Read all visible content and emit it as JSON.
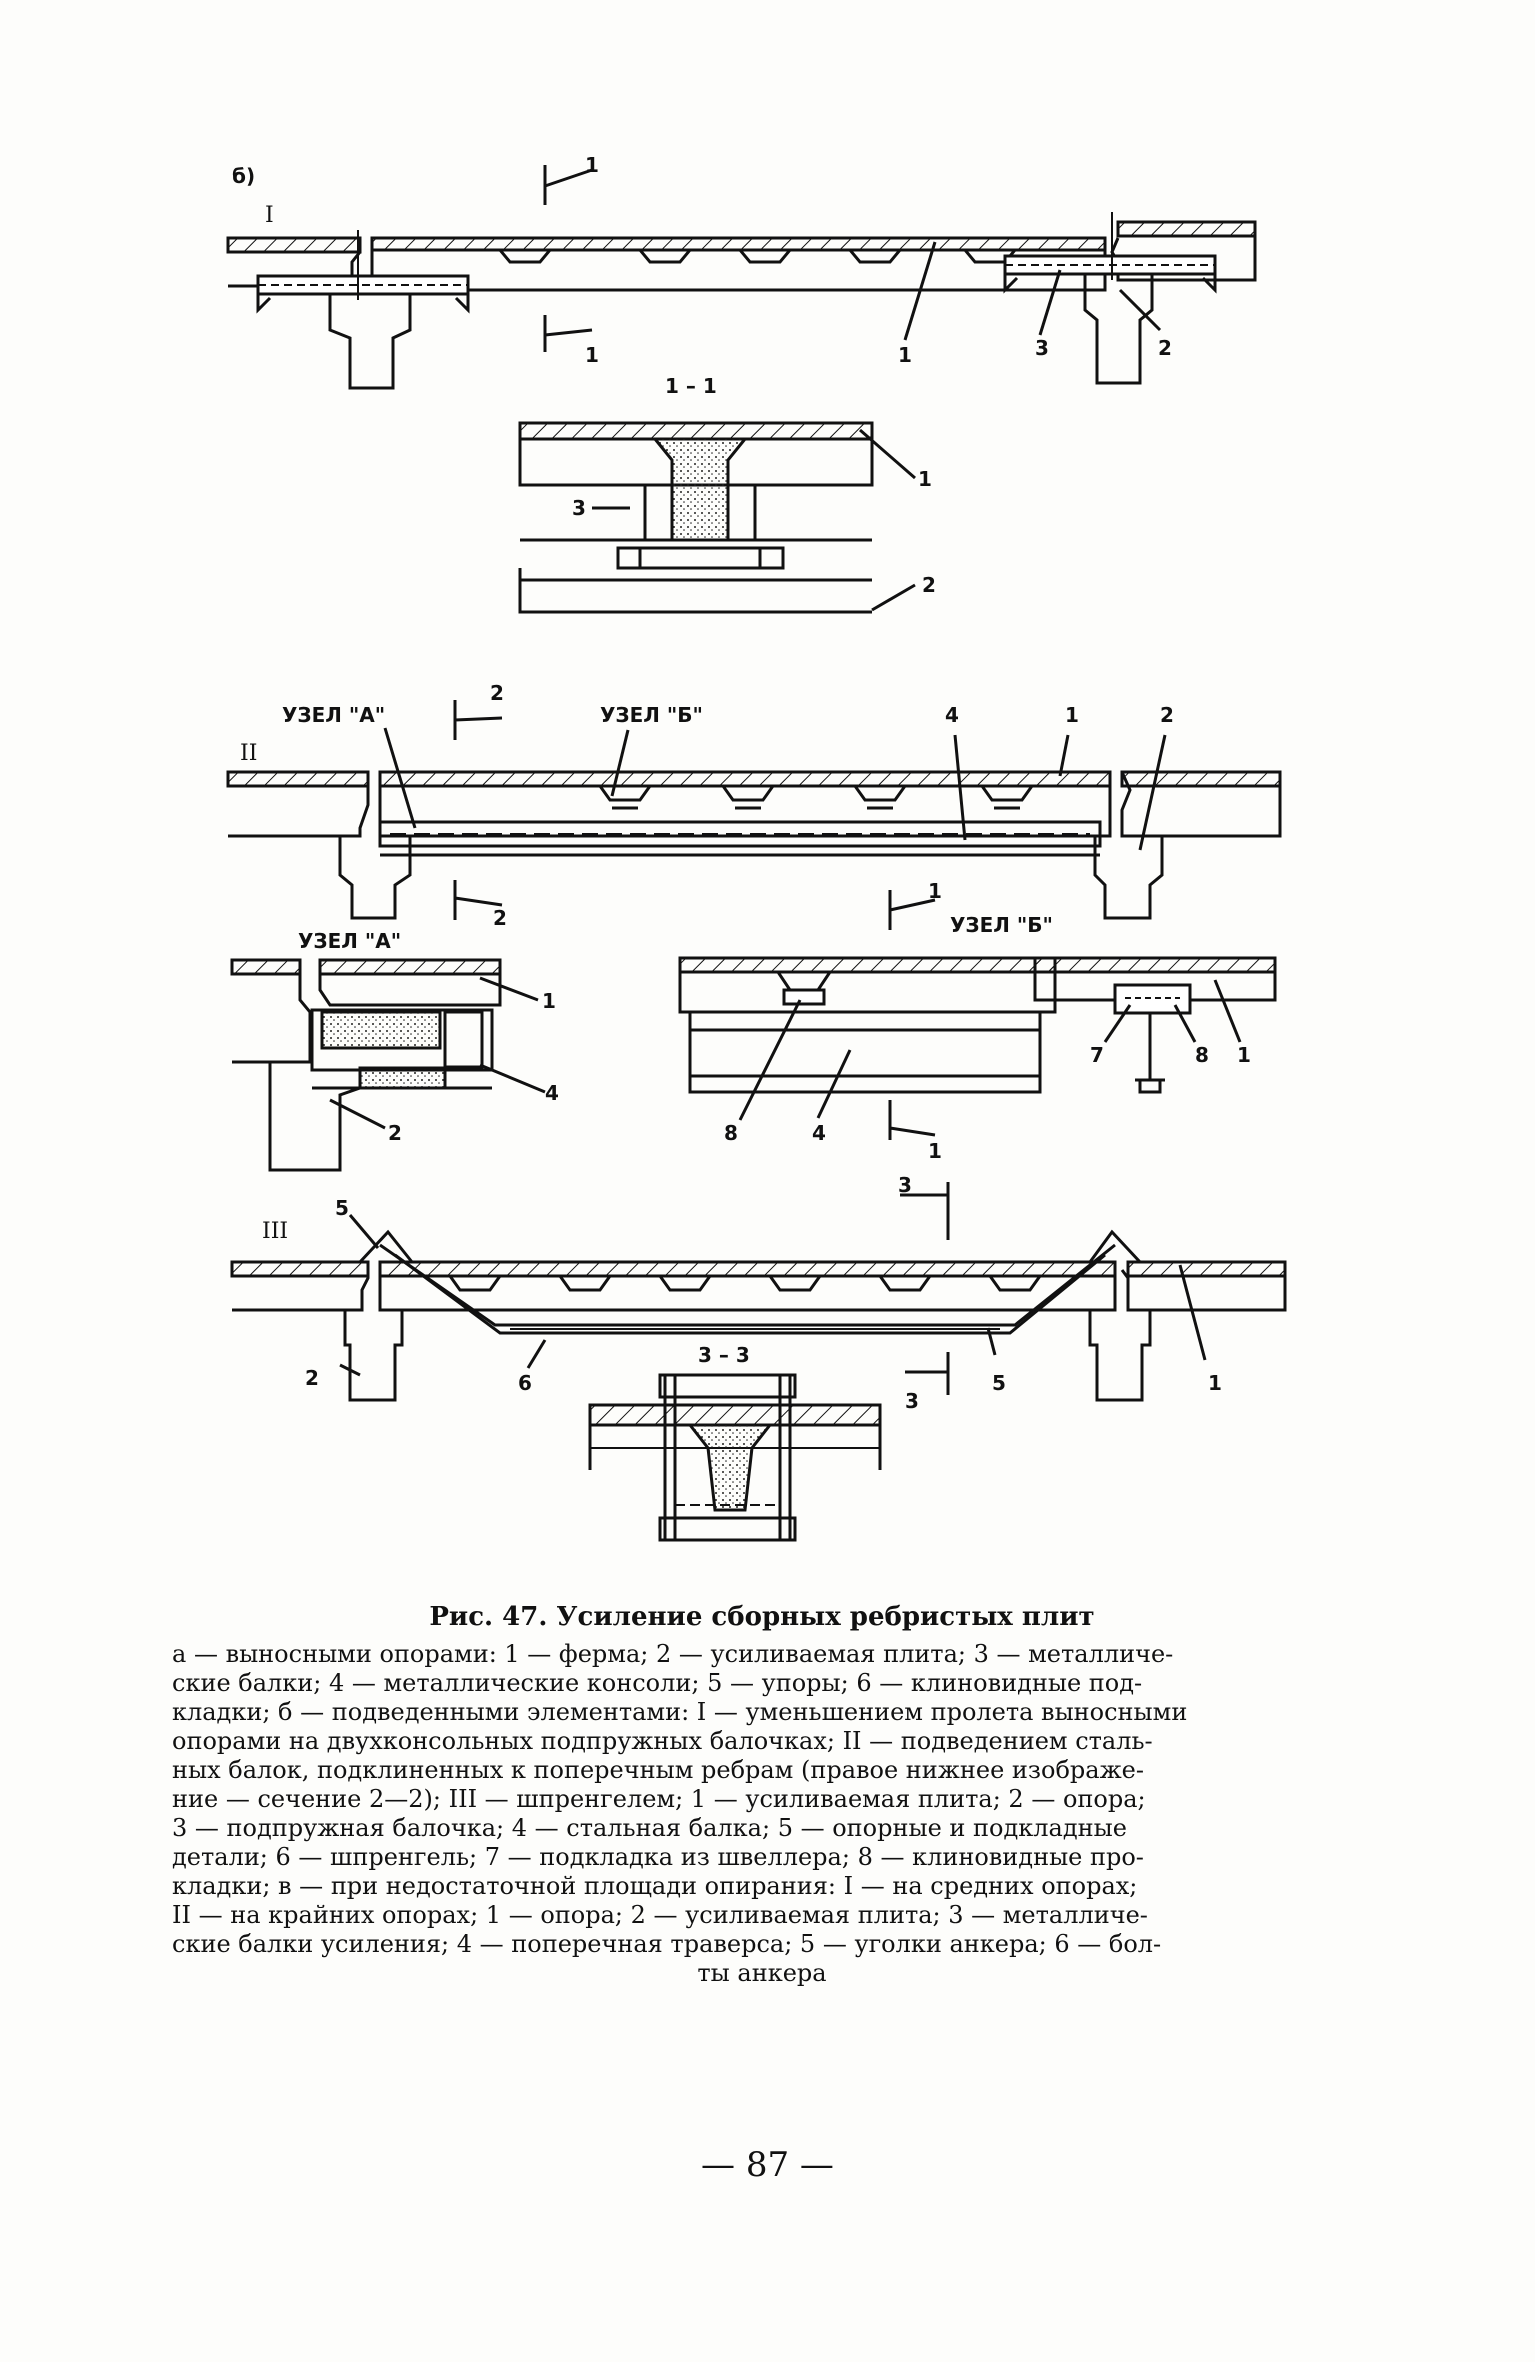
{
  "figure": {
    "part_label": "б)",
    "row_I": "I",
    "row_II": "II",
    "row_III": "III",
    "section_1_1": "1 – 1",
    "section_3_3": "3 – 3",
    "node_A_top": "УЗЕЛ \"А\"",
    "node_B_top": "УЗЕЛ \"Б\"",
    "node_A_detail": "УЗЕЛ \"А\"",
    "node_B_detail": "УЗЕЛ \"Б\"",
    "n1": "1",
    "n2": "2",
    "n3": "3",
    "n4": "4",
    "n5": "5",
    "n6": "6",
    "n7": "7",
    "n8": "8"
  },
  "caption": {
    "title": "Рис. 47. Усиление сборных ребристых плит",
    "lines": [
      "а — выносными опорами: 1 — ферма; 2 — усиливаемая плита; 3 — металличе-",
      "ские балки; 4 — металлические консоли; 5 — упоры; 6 — клиновидные под-",
      "кладки; б — подведенными элементами: I — уменьшением пролета выносными",
      "опорами на двухконсольных подпружных балочках; II — подведением сталь-",
      "ных балок, подклиненных к поперечным ребрам (правое нижнее изображе-",
      "ние — сечение 2—2); III — шпренгелем; 1 — усиливаемая плита; 2 — опора;",
      "3 — подпружная балочка; 4 — стальная балка; 5 — опорные и подкладные",
      "детали; 6 — шпренгель; 7 — подкладка из швеллера; 8 — клиновидные про-",
      "кладки; в — при недостаточной площади опирания: I — на средних опорах;",
      "II — на крайних опорах; 1 — опора; 2 — усиливаемая плита; 3 — металличе-",
      "ские балки усиления; 4 — поперечная траверса; 5 — уголки анкера; 6 — бол-",
      "ты анкера"
    ]
  },
  "page_number": "— 87 —"
}
